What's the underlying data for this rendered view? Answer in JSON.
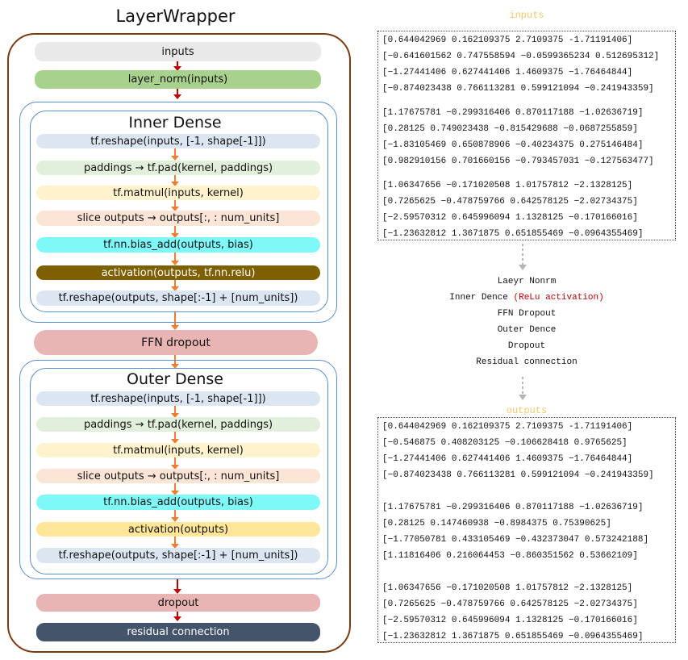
{
  "diagram": {
    "title": "LayerWrapper",
    "inputs_label": "inputs",
    "layer_norm_label": "layer_norm(inputs)",
    "inner": {
      "title": "Inner Dense",
      "steps": [
        "tf.reshape(inputs, [-1, shape[-1]])",
        "paddings →  tf.pad(kernel, paddings)",
        "tf.matmul(inputs, kernel)",
        "slice outputs → outputs[:, : num_units]",
        "tf.nn.bias_add(outputs, bias)",
        "activation(outputs, tf.nn.relu)",
        "tf.reshape(outputs, shape[:-1] + [num_units])"
      ]
    },
    "ffn_dropout_label": "FFN dropout",
    "outer": {
      "title": "Outer Dense",
      "steps": [
        "tf.reshape(inputs, [-1, shape[-1]])",
        "paddings →  tf.pad(kernel, paddings)",
        "tf.matmul(inputs, kernel)",
        "slice outputs → outputs[:, : num_units]",
        "tf.nn.bias_add(outputs, bias)",
        "activation(outputs)",
        "tf.reshape(outputs, shape[:-1] + [num_units])"
      ]
    },
    "dropout_label": "dropout",
    "residual_label": "residual connection"
  },
  "inputs_panel": {
    "label": "inputs",
    "rows": [
      "[0.644042969 0.162109375 2.7109375 -1.71191406]",
      "[−0.641601562 0.747558594 −0.0599365234 0.512695312]",
      "[−1.27441406 0.627441406 1.4609375 −1.76464844]",
      "[−0.874023438 0.766113281 0.599121094 −0.241943359]",
      "[1.17675781 −0.299316406 0.870117188 −1.02636719]",
      "[0.28125 0.749023438 −0.815429688 −0.0687255859]",
      "[−1.83105469 0.650878906 −0.40234375 0.275146484]",
      "[0.982910156 0.701660156 −0.793457031 −0.127563477]",
      "[1.06347656 −0.171020508 1.01757812 −2.1328125]",
      "[0.7265625 −0.478759766 0.642578125 −2.02734375]",
      "[−2.59570312 0.645996094 1.1328125 −0.170166016]",
      "[−1.23632812 1.3671875 0.651855469 −0.0964355469]"
    ]
  },
  "process_steps": {
    "line1": "Laeyr Nonrm",
    "line2_prefix": "Inner Dence",
    "line2_red": "(ReLu activation)",
    "line3": "FFN Dropout",
    "line4": "Outer Dence",
    "line5": "Dropout",
    "line6": "Residual connection"
  },
  "outputs_panel": {
    "label": "outputs",
    "rows": [
      "[0.644042969 0.162109375 2.7109375 -1.71191406]",
      "[−0.546875 0.408203125 −0.106628418 0.9765625]",
      "[−1.27441406 0.627441406 1.4609375 −1.76464844]",
      "[−0.874023438 0.766113281 0.599121094 −0.241943359]",
      "[1.17675781 −0.299316406 0.870117188 −1.02636719]",
      "[0.28125 0.147460938 −0.8984375 0.75390625]",
      "[−1.77050781 0.433105469 −0.432373047 0.573242188]",
      "[1.11816406 0.216064453 −0.860351562 0.53662109]",
      "[1.06347656 −0.171020508 1.01757812 −2.1328125]",
      "[0.7265625 −0.478759766 0.642578125 −2.02734375]",
      "[−2.59570312 0.645996094 1.1328125 −0.170166016]",
      "[−1.23632812 1.3671875 0.651855469 −0.0964355469]"
    ]
  },
  "colors": {
    "frame": "#7a3b12",
    "group_border": "#5b8fc9",
    "arrow_main": "#c00000",
    "arrow_inner": "#ed7d31",
    "inputs": "#e9e9e9",
    "layer_norm": "#a9d18e",
    "reshape": "#dce6f2",
    "pad": "#e2efda",
    "matmul": "#fff2cc",
    "slice": "#fbe5d6",
    "bias_add": "#7ff8f8",
    "relu_activation": "#7f6000",
    "outer_activation": "#ffe699",
    "ffn_dropout": "#e8b4b4",
    "dropout": "#e8b4b4",
    "residual": "#44546a",
    "gold_label": "#f2c96b",
    "dashed_arrow": "#b5b5b5"
  }
}
